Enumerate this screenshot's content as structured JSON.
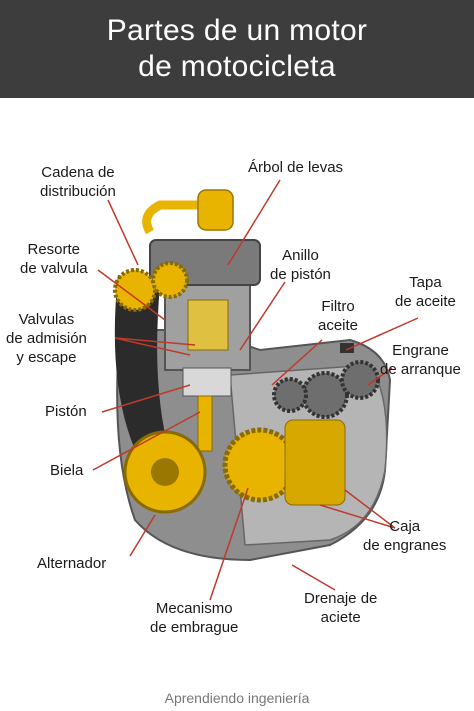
{
  "header": {
    "title_line1": "Partes de un motor",
    "title_line2": "de motocicleta"
  },
  "labels": {
    "cadena": [
      "Cadena de",
      "distribución"
    ],
    "arbol": [
      "Árbol de levas"
    ],
    "anillo": [
      "Anillo",
      "de pistón"
    ],
    "resorte": [
      "Resorte",
      "de valvula"
    ],
    "tapa": [
      "Tapa",
      "de aceite"
    ],
    "filtro": [
      "Filtro",
      "aceite"
    ],
    "valvulas": [
      "Valvulas",
      "de admisión",
      "y escape"
    ],
    "engrane": [
      "Engrane",
      "de arranque"
    ],
    "piston": [
      "Pistón"
    ],
    "biela": [
      "Biela"
    ],
    "caja": [
      "Caja",
      "de engranes"
    ],
    "alternador": [
      "Alternador"
    ],
    "mecanismo": [
      "Mecanismo",
      "de embrague"
    ],
    "drenaje": [
      "Drenaje de",
      "aciete"
    ]
  },
  "footer": {
    "credit": "Aprendiendo ingeniería"
  },
  "colors": {
    "header_bg": "#3d3d3d",
    "leader_line": "#c0392b",
    "engine_yellow": "#e8b400",
    "engine_gray": "#9a9a9a"
  }
}
